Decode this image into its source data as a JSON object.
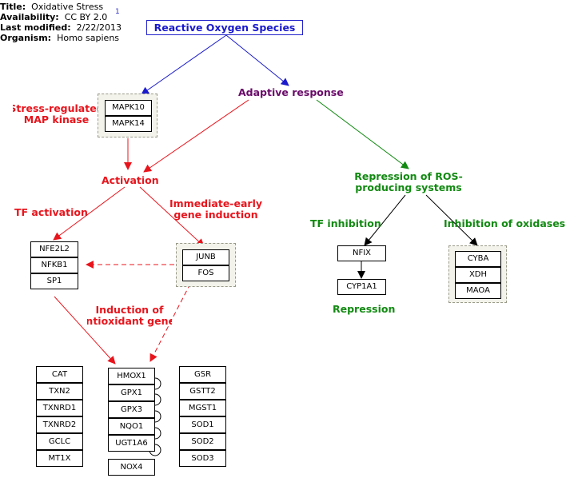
{
  "info": {
    "title_key": "Title:",
    "title_val": "Oxidative Stress",
    "availability_key": "Availability:",
    "availability_val": "CC BY 2.0",
    "modified_key": "Last modified:",
    "modified_val": "2/22/2013",
    "organism_key": "Organism:",
    "organism_val": "Homo sapiens",
    "footnote": "1"
  },
  "nodes": {
    "ros": "Reactive Oxygen Species",
    "adaptive": "Adaptive response",
    "stress_line1": "Stress-regulated",
    "stress_line2": "MAP kinase",
    "activation": "Activation",
    "tf_activation": "TF activation",
    "immediate_line1": "Immediate-early",
    "immediate_line2": "gene induction",
    "repression_ros_line1": "Repression of ROS-",
    "repression_ros_line2": "producing systems",
    "tf_inhibition": "TF inhibition",
    "inhibition_oxidases": "Inhibition of oxidases",
    "repression": "Repression",
    "induction_line1": "Induction of",
    "induction_line2": "antioxidant genes"
  },
  "genes": {
    "mapk": [
      "MAPK10",
      "MAPK14"
    ],
    "tf": [
      "NFE2L2",
      "NFKB1",
      "SP1"
    ],
    "early": [
      "JUNB",
      "FOS"
    ],
    "nfix": "NFIX",
    "cyp": "CYP1A1",
    "oxidases": [
      "CYBA",
      "XDH",
      "MAOA"
    ],
    "col1": [
      "CAT",
      "TXN2",
      "TXNRD1",
      "TXNRD2",
      "GCLC",
      "MT1X"
    ],
    "col2": [
      "HMOX1",
      "GPX1",
      "GPX3",
      "NQO1",
      "UGT1A6"
    ],
    "nox4": "NOX4",
    "col3": [
      "GSR",
      "GSTT2",
      "MGST1",
      "SOD1",
      "SOD2",
      "SOD3"
    ]
  },
  "colors": {
    "ros": "#1a1acc",
    "red": "#e8141c",
    "green": "#128a12",
    "purple": "#6a0a6a"
  }
}
